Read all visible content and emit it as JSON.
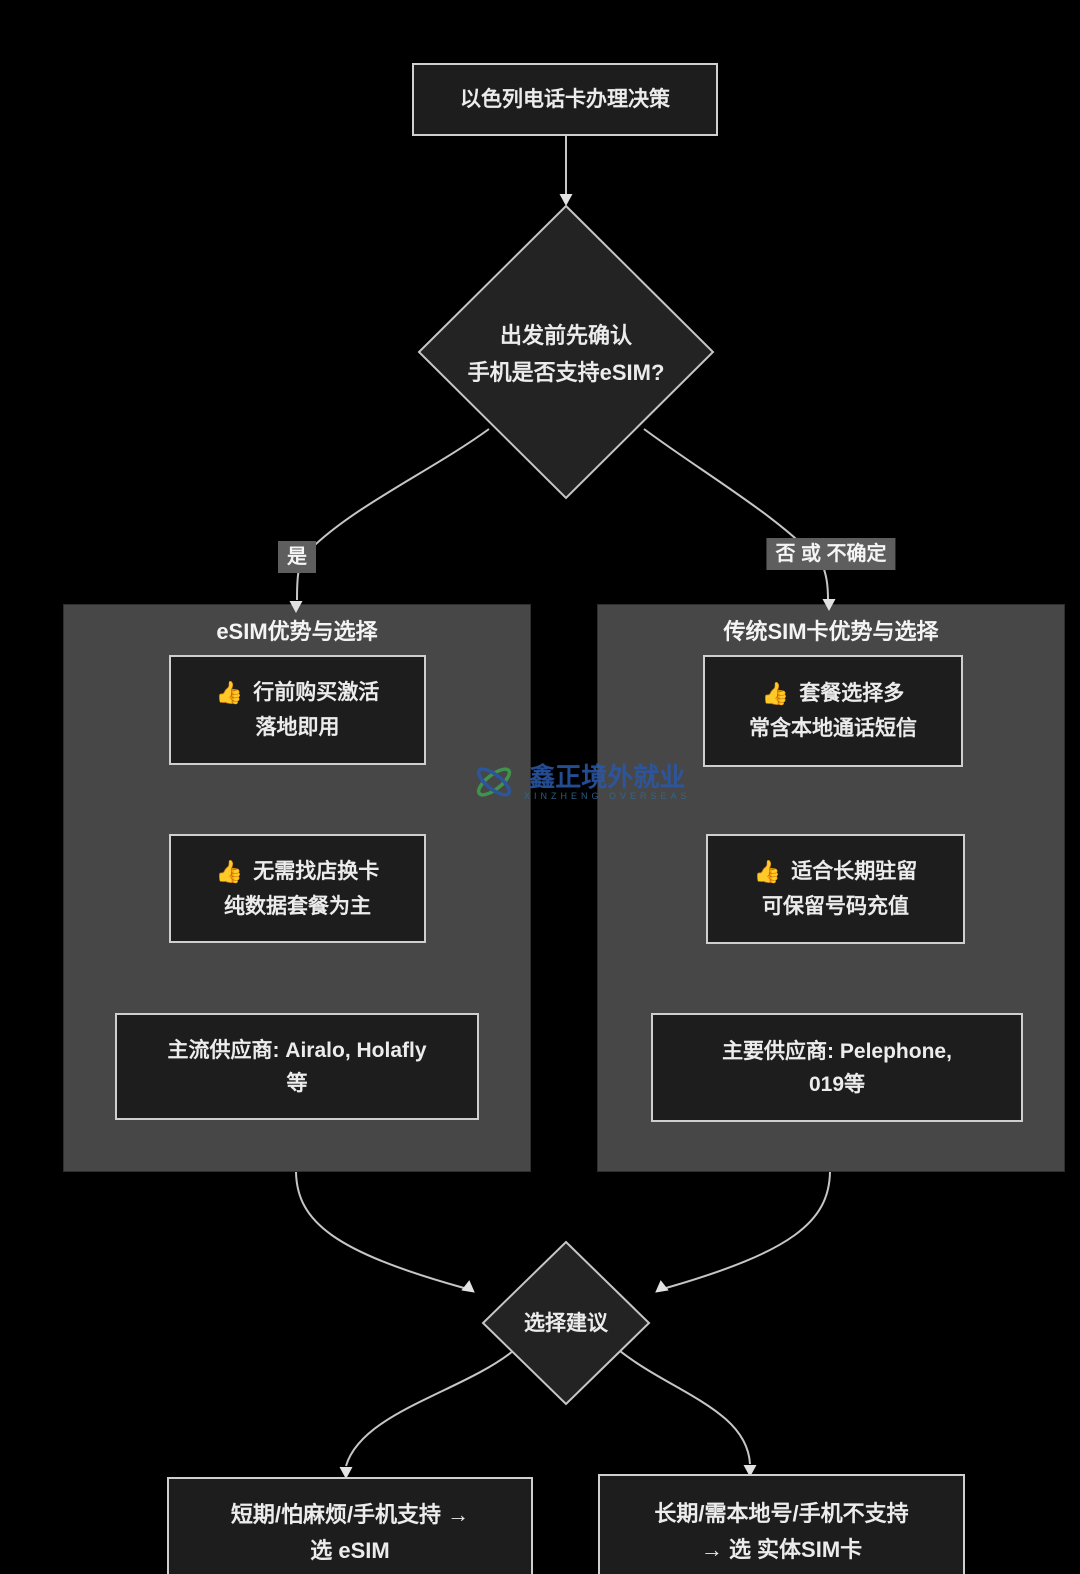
{
  "diagram": {
    "title_node": "以色列电话卡办理决策",
    "decision_esim": {
      "line1": "出发前先确认",
      "line2": "手机是否支持eSIM?"
    },
    "edge_yes": "是",
    "edge_no": "否 或 不确定",
    "esim_group": {
      "title": "eSIM优势与选择",
      "advantage1": {
        "icon": "👍",
        "line1": "行前购买激活",
        "line2": "落地即用"
      },
      "advantage2": {
        "icon": "👍",
        "line1": "无需找店换卡",
        "line2": "纯数据套餐为主"
      },
      "suppliers": {
        "line1": "主流供应商: Airalo, Holafly",
        "line2": "等"
      }
    },
    "sim_group": {
      "title": "传统SIM卡优势与选择",
      "advantage1": {
        "icon": "👍",
        "line1": "套餐选择多",
        "line2": "常含本地通话短信"
      },
      "advantage2": {
        "icon": "👍",
        "line1": "适合长期驻留",
        "line2": "可保留号码充值"
      },
      "suppliers": {
        "line1": "主要供应商: Pelephone,",
        "line2": "019等"
      }
    },
    "decision_advice": "选择建议",
    "result_esim": {
      "line1": "短期/怕麻烦/手机支持 →",
      "line2": "选 eSIM"
    },
    "result_sim": {
      "line1": "长期/需本地号/手机不支持",
      "line2": "→ 选 实体SIM卡"
    }
  },
  "watermark": {
    "text": "鑫正境外就业",
    "subtext": "XINZHENG OVERSEAS"
  },
  "colors": {
    "background": "#000000",
    "container_fill": "#474747",
    "node_fill": "#1d1d1d",
    "node_border": "#cfcfcf",
    "edge": "#c6c6c6",
    "edge_label_bg": "#5e5e5e",
    "text": "#ececec",
    "watermark_blue": "#2a57a8",
    "watermark_green": "#3f9e4d",
    "thumb_yellow": "#f5b93e"
  }
}
